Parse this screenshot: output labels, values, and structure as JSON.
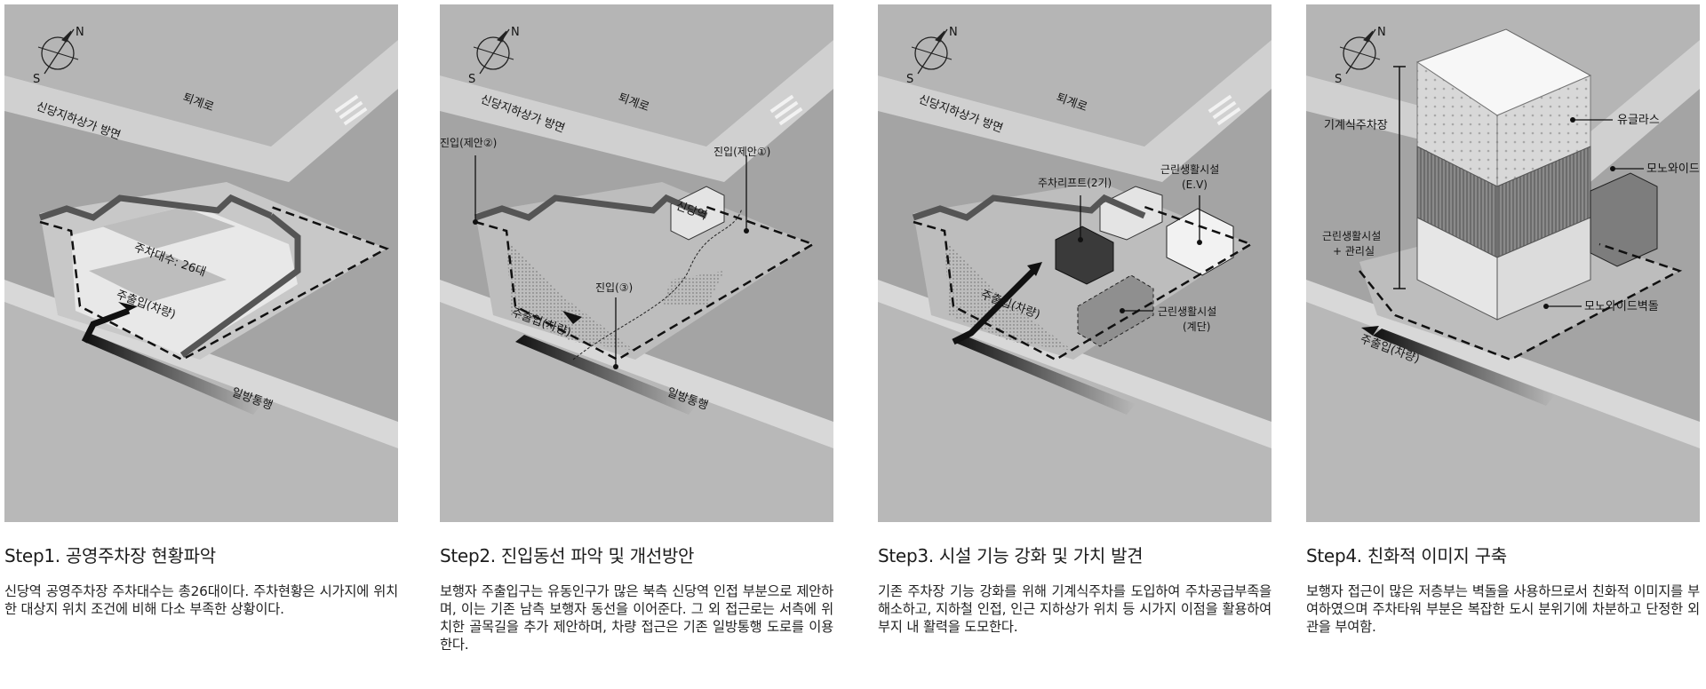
{
  "steps": [
    {
      "title": "Step1. 공영주차장 현황파악",
      "desc": "신당역 공영주차장 주차대수는 총26대이다. 주차현황은 시가지에 위치한 대상지 위치 조건에 비해 다소 부족한 상황이다.",
      "labels": {
        "road": "퇴계로",
        "underground": "신당지하상가 방면",
        "parking_count": "주차대수: 26대",
        "entrance_vehicle": "주출입(차량)",
        "one_way": "일방통행",
        "north": "N",
        "south": "S"
      }
    },
    {
      "title": "Step2. 진입동선 파악 및 개선방안",
      "desc": "보행자 주출입구는 유동인구가 많은 북측 신당역 인접 부분으로 제안하며, 이는 기존 남측 보행자 동선을 이어준다. 그 외 접근로는 서측에 위치한 골목길을 추가 제안하며, 차량 접근은 기존 일방통행 도로를 이용한다.",
      "labels": {
        "road": "퇴계로",
        "underground": "신당지하상가 방면",
        "entry_1": "진입(제안①)",
        "entry_2": "진입(제안②)",
        "entry_3": "진입(③)",
        "station": "신당역",
        "entrance_vehicle": "주출입(차량)",
        "one_way": "일방통행",
        "north": "N",
        "south": "S"
      }
    },
    {
      "title": "Step3. 시설 기능 강화 및 가치 발견",
      "desc": "기존 주차장 기능 강화를 위해 기계식주차를 도입하여 주차공급부족을 해소하고, 지하철 인접, 인근 지하상가 위치 등 시가지 이점을 활용하여 부지 내 활력을 도모한다.",
      "labels": {
        "road": "퇴계로",
        "underground": "신당지하상가 방면",
        "car_lift": "주차리프트(2기)",
        "facility_ev_1": "근린생활시설",
        "facility_ev_2": "(E.V)",
        "facility_stair_1": "근린생활시설",
        "facility_stair_2": "(계단)",
        "entrance_vehicle": "주출입(차량)",
        "north": "N",
        "south": "S"
      }
    },
    {
      "title": "Step4. 친화적 이미지 구축",
      "desc": "보행자 접근이 많은 저층부는 벽돌을 사용하므로서 친화적 이미지를 부여하였으며 주차타워 부분은 복잡한 도시 분위기에 차분하고 단정한 외관을 부여함.",
      "labels": {
        "mech_parking": "기계식주차장",
        "facility_mgmt_1": "근린생활시설",
        "facility_mgmt_2": "+ 관리실",
        "u_glass": "유글라스",
        "mono_brick_1": "모노와이드벽돌",
        "mono_brick_2": "모노와이드벽돌",
        "entrance_vehicle": "주출입(차량)",
        "north": "N",
        "south": "S"
      }
    }
  ]
}
